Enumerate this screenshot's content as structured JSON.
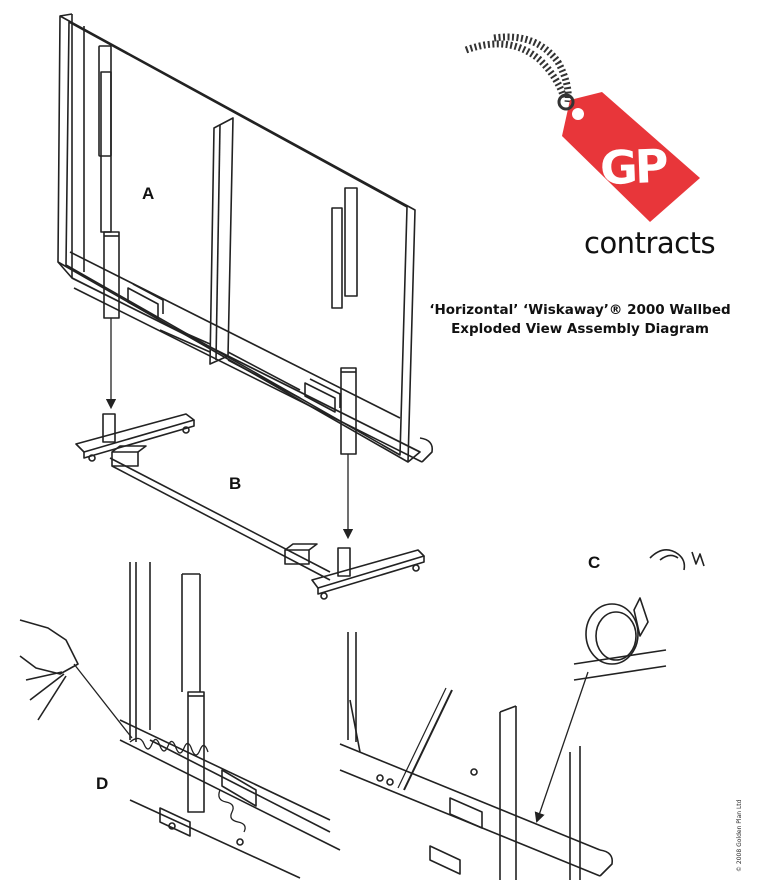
{
  "logo": {
    "initials": "GP",
    "word": "contracts",
    "tag_color": "#e8363a"
  },
  "title": {
    "line1": "‘Horizontal’ ‘Wiskaway’® 2000 Wallbed",
    "line2": "Exploded View Assembly Diagram"
  },
  "labels": {
    "a": "A",
    "b": "B",
    "c": "C",
    "d": "D"
  },
  "copyright": "© 2008 Golden Plan Ltd",
  "colors": {
    "line": "#222222",
    "background": "#ffffff"
  }
}
